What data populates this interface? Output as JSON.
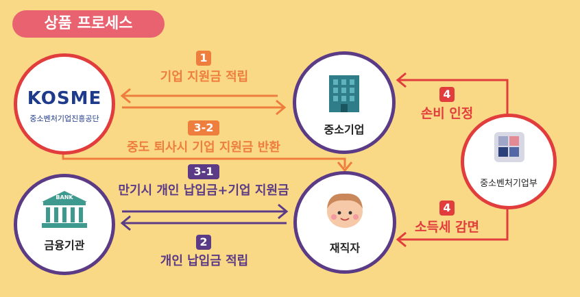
{
  "title": "상품 프로세스",
  "nodes": {
    "kosme": {
      "logo": "KOSME",
      "name": "중소벤처기업진흥공단"
    },
    "sme": {
      "name": "중소기업"
    },
    "bank": {
      "sign": "BANK",
      "name": "금융기관"
    },
    "employee": {
      "name": "재직자"
    },
    "ministry": {
      "name": "중소벤처기업부"
    }
  },
  "steps": [
    {
      "num": "1",
      "text": "기업 지원금 적립"
    },
    {
      "num": "3-2",
      "text": "중도 퇴사시 기업 지원금 반환"
    },
    {
      "num": "3-1",
      "text": "만기시 개인 납입금+기업 지원금"
    },
    {
      "num": "2",
      "text": "개인 납입금 적립"
    },
    {
      "num": "4",
      "text": "손비 인정"
    },
    {
      "num": "4",
      "text": "소득세 감면"
    }
  ],
  "colors": {
    "background": "#F9D886",
    "orange": "#EE7E3E",
    "purple": "#5B3A86",
    "red": "#E23D3D",
    "pink": "#E8636F",
    "kosme_navy": "#1E3A8A"
  }
}
